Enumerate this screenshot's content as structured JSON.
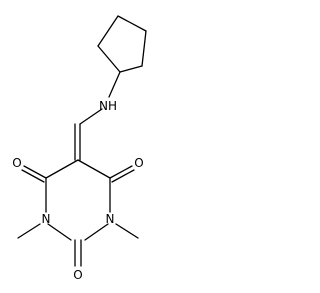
{
  "molecule": {
    "atom_labels": {
      "amine": "NH",
      "ring_n_left": "N",
      "ring_n_right": "N",
      "oxo_left": "O",
      "oxo_center": "O",
      "oxo_right": "O"
    }
  }
}
